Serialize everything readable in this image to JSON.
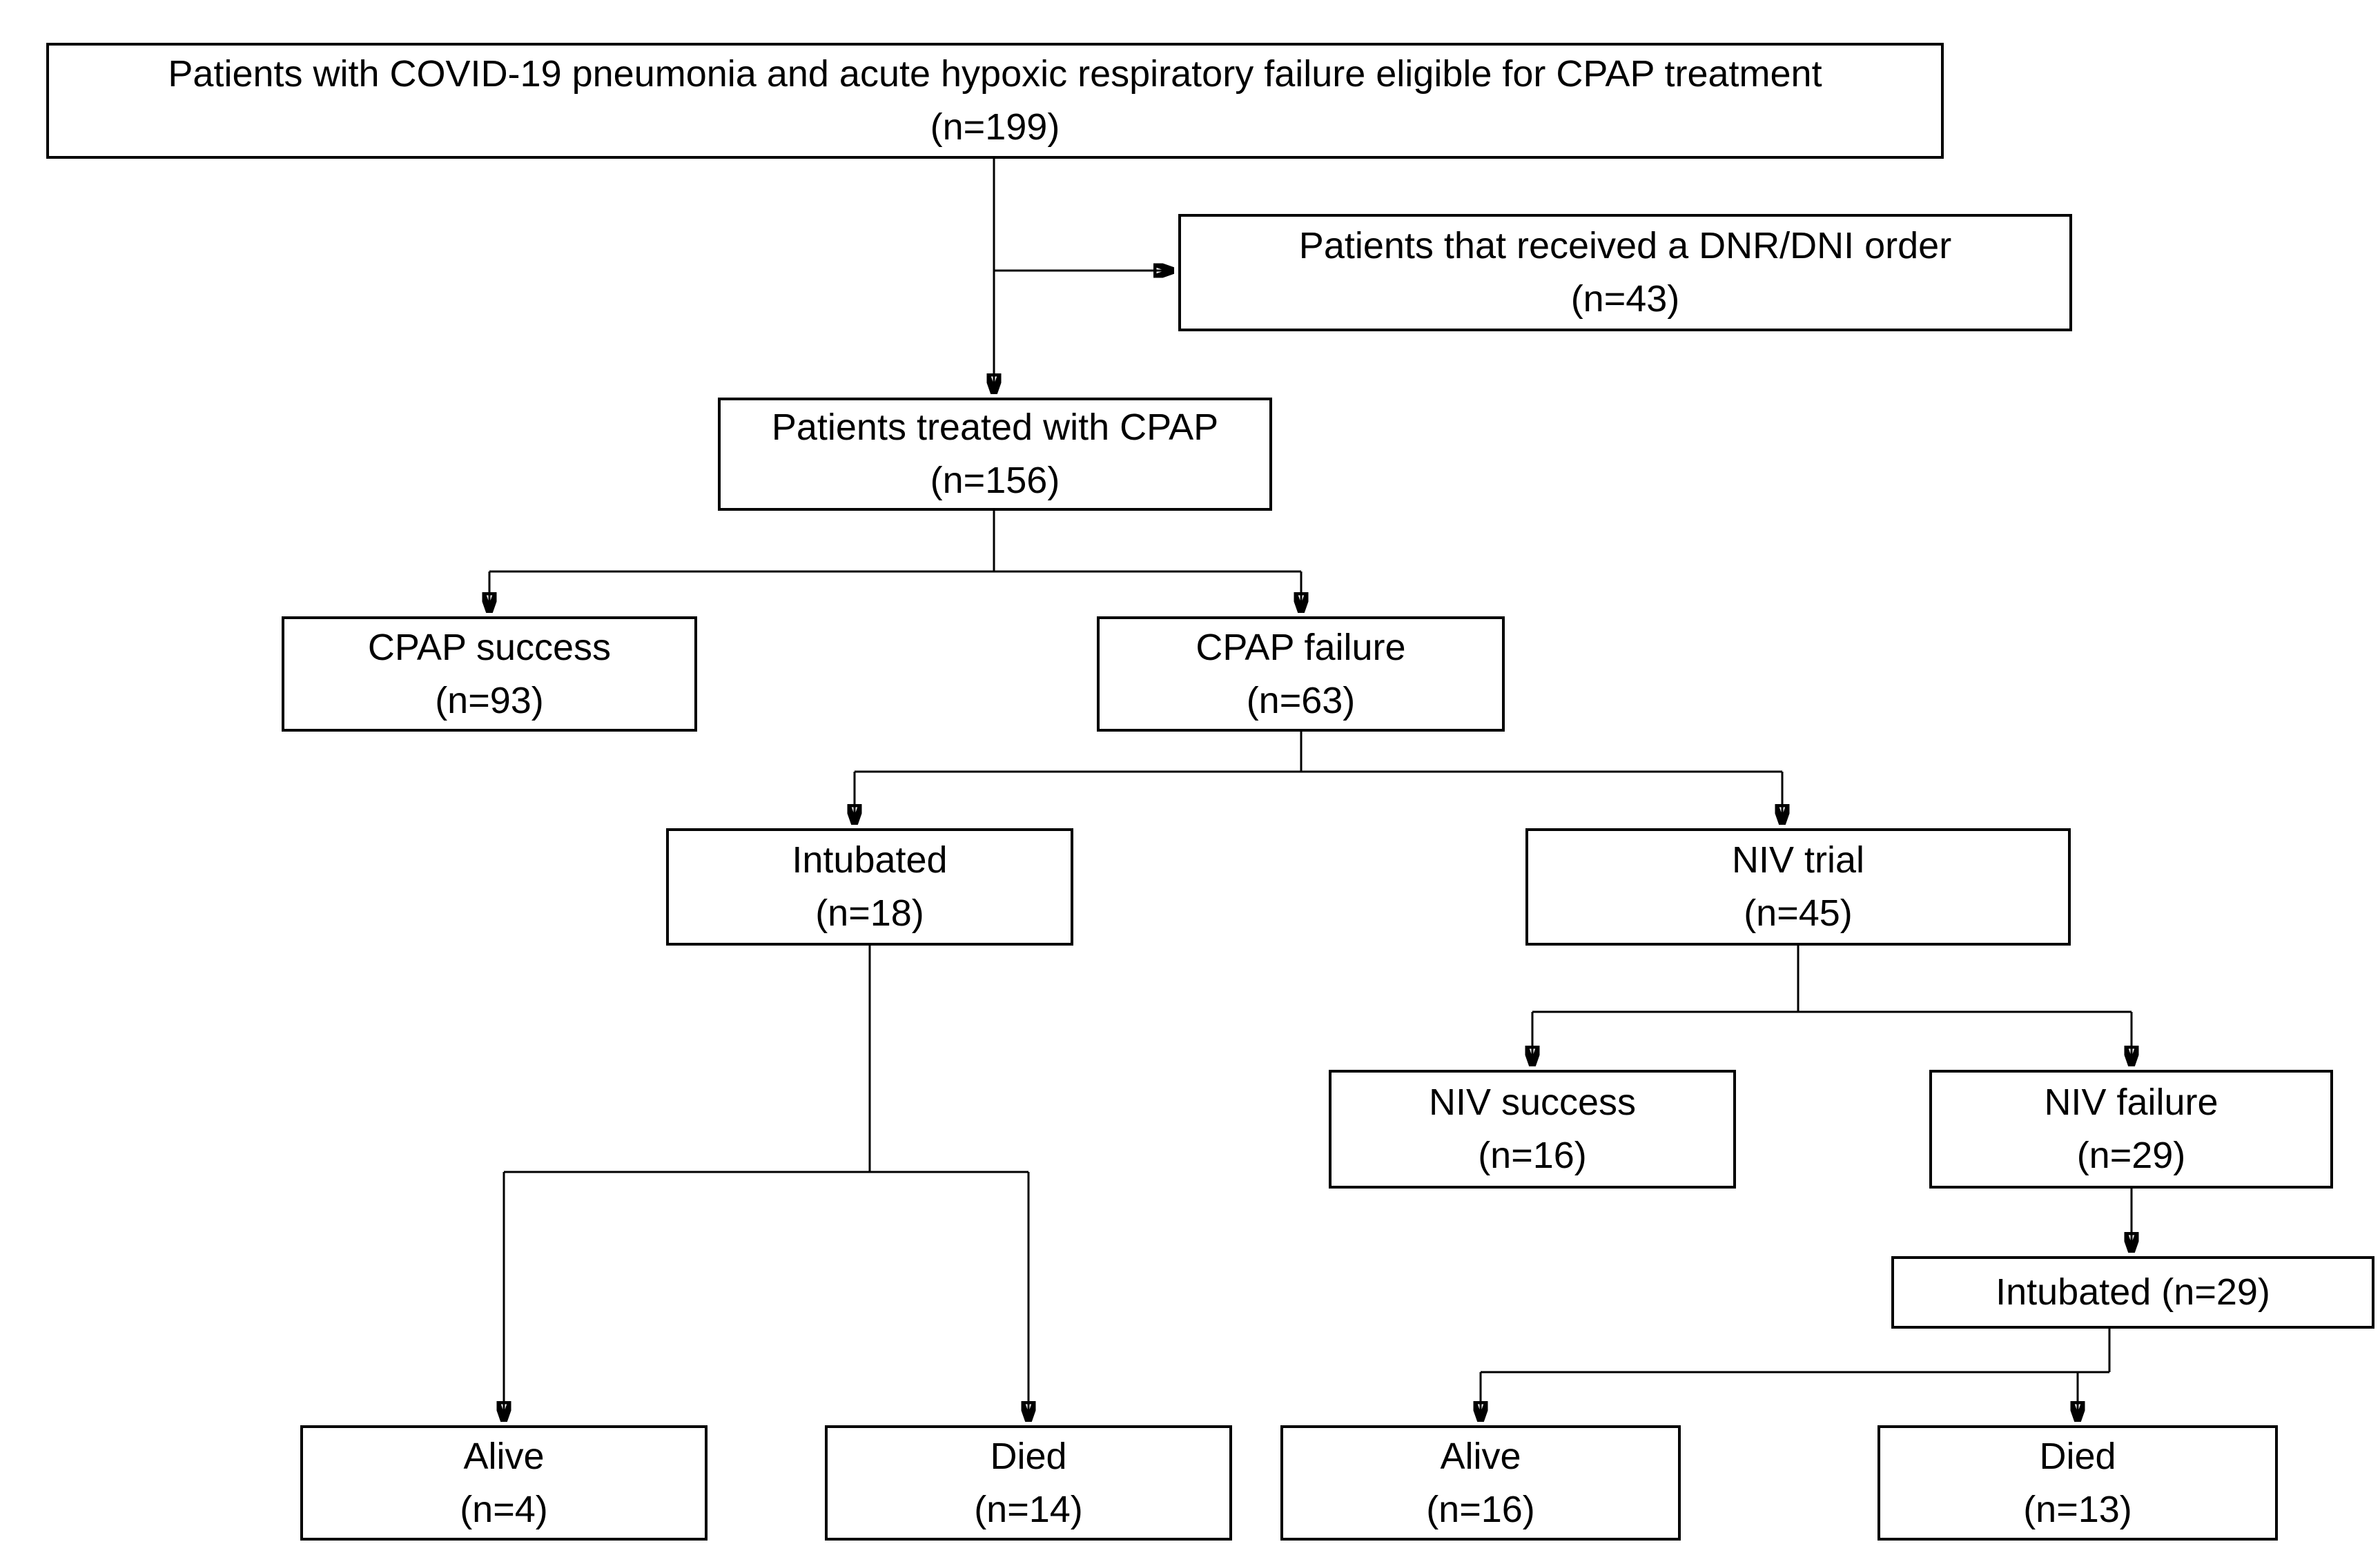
{
  "diagram": {
    "type": "flowchart",
    "background_color": "#ffffff",
    "line_color": "#000000",
    "box_border_color": "#000000",
    "box_fill_color": "#ffffff",
    "text_color": "#000000",
    "nodes": [
      {
        "id": "eligible",
        "line1": "Patients with COVID-19 pneumonia and acute hypoxic respiratory failure eligible for CPAP treatment",
        "line2": "(n=199)",
        "n": 199
      },
      {
        "id": "dnr-dni",
        "line1": "Patients that received a DNR/DNI order",
        "line2": "(n=43)",
        "n": 43
      },
      {
        "id": "cpap-treated",
        "line1": "Patients treated with CPAP",
        "line2": "(n=156)",
        "n": 156
      },
      {
        "id": "cpap-success",
        "line1": "CPAP success",
        "line2": "(n=93)",
        "n": 93
      },
      {
        "id": "cpap-failure",
        "line1": "CPAP failure",
        "line2": "(n=63)",
        "n": 63
      },
      {
        "id": "intubated-primary",
        "line1": "Intubated",
        "line2": "(n=18)",
        "n": 18
      },
      {
        "id": "niv-trial",
        "line1": "NIV trial",
        "line2": "(n=45)",
        "n": 45
      },
      {
        "id": "niv-success",
        "line1": "NIV success",
        "line2": "(n=16)",
        "n": 16
      },
      {
        "id": "niv-failure",
        "line1": "NIV failure",
        "line2": "(n=29)",
        "n": 29
      },
      {
        "id": "intubated-after-niv",
        "line1": "Intubated (n=29)",
        "line2": "",
        "n": 29
      },
      {
        "id": "alive-primary",
        "line1": "Alive",
        "line2": "(n=4)",
        "n": 4
      },
      {
        "id": "died-primary",
        "line1": "Died",
        "line2": "(n=14)",
        "n": 14
      },
      {
        "id": "alive-after-niv",
        "line1": "Alive",
        "line2": "(n=16)",
        "n": 16
      },
      {
        "id": "died-after-niv",
        "line1": "Died",
        "line2": "(n=13)",
        "n": 13
      }
    ],
    "edges": [
      {
        "from": "eligible",
        "to": "dnr-dni"
      },
      {
        "from": "eligible",
        "to": "cpap-treated"
      },
      {
        "from": "cpap-treated",
        "to": "cpap-success"
      },
      {
        "from": "cpap-treated",
        "to": "cpap-failure"
      },
      {
        "from": "cpap-failure",
        "to": "intubated-primary"
      },
      {
        "from": "cpap-failure",
        "to": "niv-trial"
      },
      {
        "from": "niv-trial",
        "to": "niv-success"
      },
      {
        "from": "niv-trial",
        "to": "niv-failure"
      },
      {
        "from": "niv-failure",
        "to": "intubated-after-niv"
      },
      {
        "from": "intubated-primary",
        "to": "alive-primary"
      },
      {
        "from": "intubated-primary",
        "to": "died-primary"
      },
      {
        "from": "intubated-after-niv",
        "to": "alive-after-niv"
      },
      {
        "from": "intubated-after-niv",
        "to": "died-after-niv"
      }
    ]
  }
}
